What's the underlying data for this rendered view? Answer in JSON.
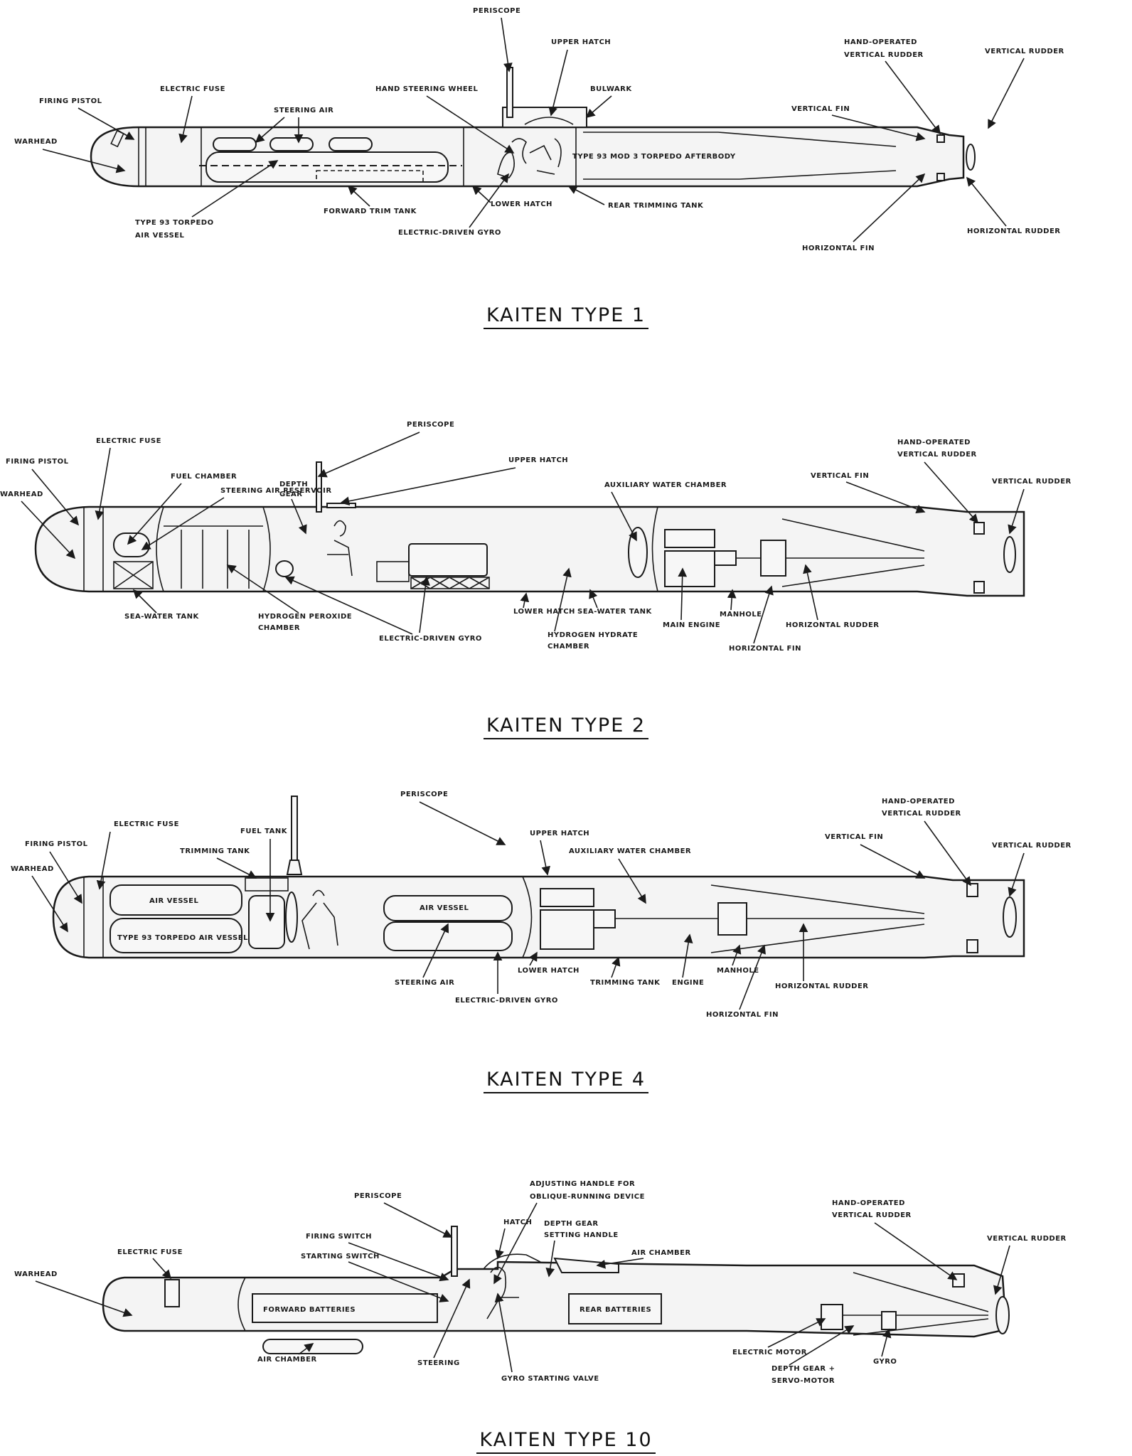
{
  "diagrams": [
    {
      "title": "KAITEN TYPE 1",
      "labels": {
        "periscope": "Periscope",
        "upper_hatch": "Upper Hatch",
        "hand_steering_wheel": "Hand Steering Wheel",
        "bulwark": "Bulwark",
        "electric_fuse": "Electric Fuse",
        "firing_pistol": "Firing Pistol",
        "warhead": "Warhead",
        "steering_air": "Steering Air",
        "air_vessel_l1": "Type 93 Torpedo",
        "air_vessel_l2": "Air Vessel",
        "forward_trim_tank": "Forward Trim Tank",
        "lower_hatch": "Lower Hatch",
        "electric_gyro": "Electric-Driven Gyro",
        "afterbody": "TYPE 93 MOD 3  TORPEDO AFTERBODY",
        "rear_trimming_tank": "Rear Trimming Tank",
        "hand_rudder_l1": "Hand-Operated",
        "hand_rudder_l2": "Vertical Rudder",
        "vertical_rudder": "Vertical Rudder",
        "vertical_fin": "Vertical Fin",
        "horizontal_rudder": "Horizontal Rudder",
        "horizontal_fin": "Horizontal Fin"
      }
    },
    {
      "title": "KAITEN TYPE 2",
      "labels": {
        "periscope": "Periscope",
        "upper_hatch": "Upper Hatch",
        "electric_fuse": "Electric Fuse",
        "firing_pistol": "Firing Pistol",
        "warhead": "Warhead",
        "fuel_chamber": "Fuel Chamber",
        "steering_air_reservoir": "Steering Air Reservoir",
        "depth_gear_l1": "Depth",
        "depth_gear_l2": "Gear",
        "auxiliary_water_chamber": "Auxiliary Water Chamber",
        "hand_rudder_l1": "Hand-Operated",
        "hand_rudder_l2": "Vertical Rudder",
        "vertical_fin": "Vertical Fin",
        "vertical_rudder": "Vertical Rudder",
        "sea_water_tank_fwd": "Sea-Water Tank",
        "peroxide_l1": "Hydrogen Peroxide",
        "peroxide_l2": "Chamber",
        "electric_gyro": "Electric-Driven Gyro",
        "lower_hatch": "Lower Hatch",
        "hydrate_l1": "Hydrogen Hydrate",
        "hydrate_l2": "Chamber",
        "sea_water_tank_aft": "Sea-Water Tank",
        "main_engine": "Main Engine",
        "manhole": "Manhole",
        "horizontal_rudder": "Horizontal Rudder",
        "horizontal_fin": "Horizontal Fin"
      }
    },
    {
      "title": "KAITEN TYPE 4",
      "labels": {
        "periscope": "Periscope",
        "upper_hatch": "Upper Hatch",
        "electric_fuse": "Electric Fuse",
        "firing_pistol": "Firing Pistol",
        "warhead": "Warhead",
        "fuel_tank": "Fuel Tank",
        "trimming_tank_fwd": "Trimming Tank",
        "air_vessel": "AIR VESSEL",
        "type93_air_vessel": "TYPE 93 TORPEDO AIR VESSEL",
        "aft_air_vessel": "AIR VESSEL",
        "auxiliary_water_chamber": "Auxiliary Water Chamber",
        "hand_rudder_l1": "Hand-Operated",
        "hand_rudder_l2": "Vertical Rudder",
        "vertical_fin": "Vertical Fin",
        "vertical_rudder": "Vertical Rudder",
        "steering_air": "Steering Air",
        "electric_gyro": "Electric-Driven Gyro",
        "lower_hatch": "Lower Hatch",
        "trimming_tank_aft": "Trimming Tank",
        "engine": "Engine",
        "manhole": "Manhole",
        "horizontal_rudder": "Horizontal Rudder",
        "horizontal_fin": "Horizontal Fin"
      }
    },
    {
      "title": "KAITEN TYPE 10",
      "labels": {
        "periscope": "Periscope",
        "adjusting_l1": "Adjusting Handle for",
        "adjusting_l2": "Oblique-Running Device",
        "hatch": "Hatch",
        "depth_gear_l1": "Depth Gear",
        "depth_gear_l2": "Setting Handle",
        "firing_switch": "Firing Switch",
        "starting_switch": "Starting Switch",
        "air_chamber_top": "Air Chamber",
        "electric_fuse": "Electric Fuse",
        "warhead": "Warhead",
        "forward_batteries": "FORWARD BATTERIES",
        "rear_batteries": "REAR BATTERIES",
        "hand_rudder_l1": "Hand-Operated",
        "hand_rudder_l2": "Vertical Rudder",
        "vertical_rudder": "Vertical Rudder",
        "air_chamber_bottom": "Air Chamber",
        "steering": "Steering",
        "gyro_starting_valve": "Gyro Starting Valve",
        "electric_motor": "Electric Motor",
        "servo_l1": "Depth Gear +",
        "servo_l2": "Servo-Motor",
        "gyro": "Gyro"
      }
    }
  ]
}
